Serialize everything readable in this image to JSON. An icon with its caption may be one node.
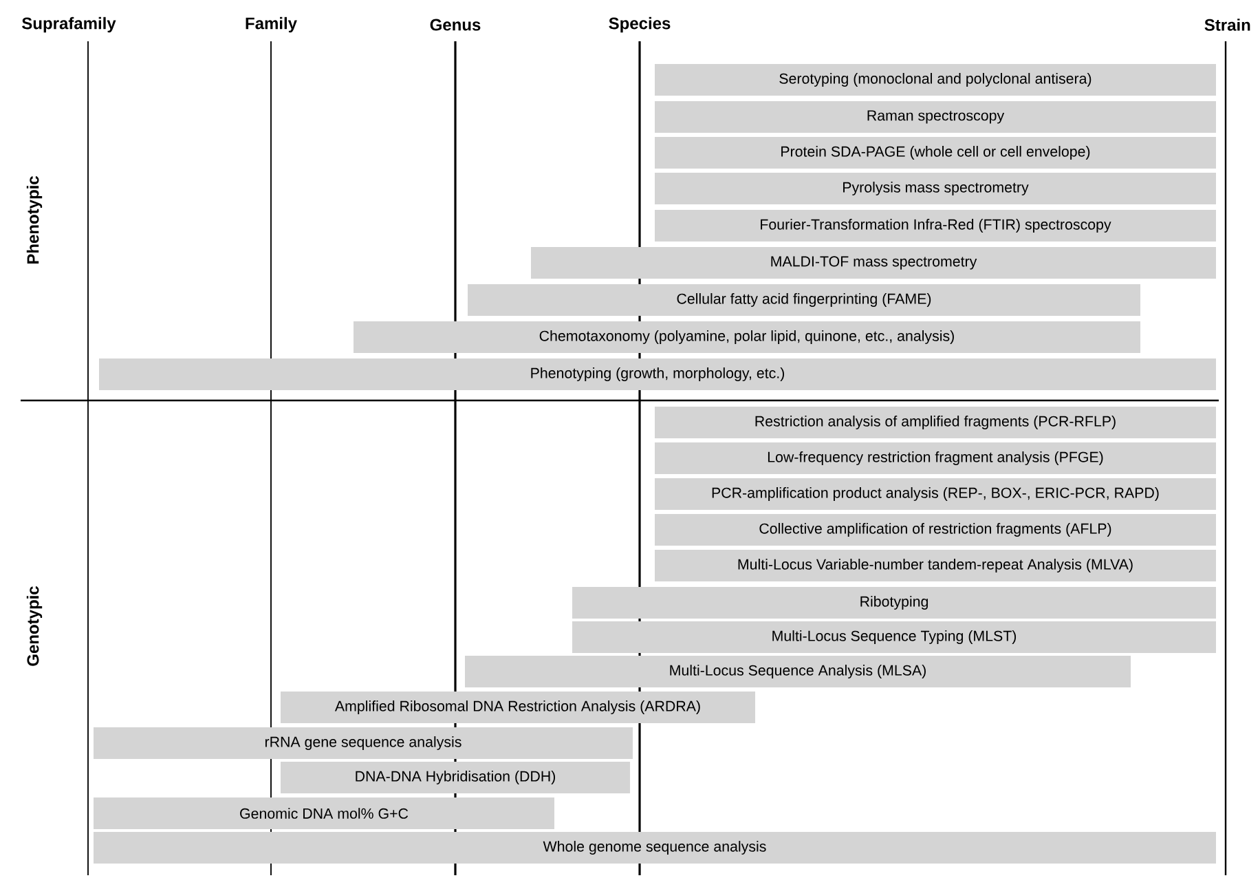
{
  "diagram": {
    "nodes": [
      {
        "text": [
          "Serotyping (monoclonal and polyclonal antisera)"
        ]
      },
      {
        "text": [
          "Raman spectroscopy"
        ]
      },
      {
        "text": [
          "Protein SDA-PAGE (whole cell or cell envelope)"
        ]
      },
      {
        "text": [
          "Pyrolysis mass spectrometry"
        ]
      },
      {
        "text": [
          "Fourier-Transformation Infra-Red (FTIR) spectroscopy"
        ]
      },
      {
        "text": [
          "MALDI-TOF mass spectrometry"
        ]
      },
      {
        "text": [
          "Cellular fatty acid fingerprinting (FAME)"
        ]
      },
      {
        "text": [
          "Chemotaxonomy (polyamine, polar lipid, quinone, etc., analysis)"
        ]
      },
      {
        "text": [
          "Phenotyping (growth, morphology, etc.)"
        ]
      },
      {
        "text": [
          "Restriction analysis of amplified fragments (PCR-RFLP)"
        ]
      },
      {
        "text": [
          "Low-frequency restriction fragment analysis (PFGE)"
        ]
      },
      {
        "text": [
          "PCR-amplification product analysis (REP-, BOX-, ERIC-PCR, RAPD)"
        ]
      },
      {
        "text": [
          "Collective amplification of restriction fragments (AFLP)"
        ]
      },
      {
        "text": [
          "Multi-Locus Variable-number tandem-repeat Analysis (MLVA)"
        ]
      },
      {
        "text": [
          "Ribotyping"
        ]
      },
      {
        "text": [
          "Multi-Locus Sequence Typing (MLST)"
        ]
      },
      {
        "text": [
          "Multi-Locus Sequence Analysis (MLSA)"
        ]
      },
      {
        "text": [
          "Amplified Ribosomal DNA Restriction Analysis (ARDRA)"
        ]
      },
      {
        "text": [
          "rRNA gene sequence analysis"
        ]
      },
      {
        "text": [
          "DNA-DNA Hybridisation (DDH)"
        ]
      },
      {
        "text": [
          "Genomic DNA mol% G+C"
        ]
      },
      {
        "text": [
          "Whole genome sequence analysis"
        ]
      }
    ],
    "labels": [
      "Suprafamily",
      "Family",
      "Genus",
      "Species",
      "Strain",
      "Phenotypic",
      "Genotypic"
    ]
  }
}
